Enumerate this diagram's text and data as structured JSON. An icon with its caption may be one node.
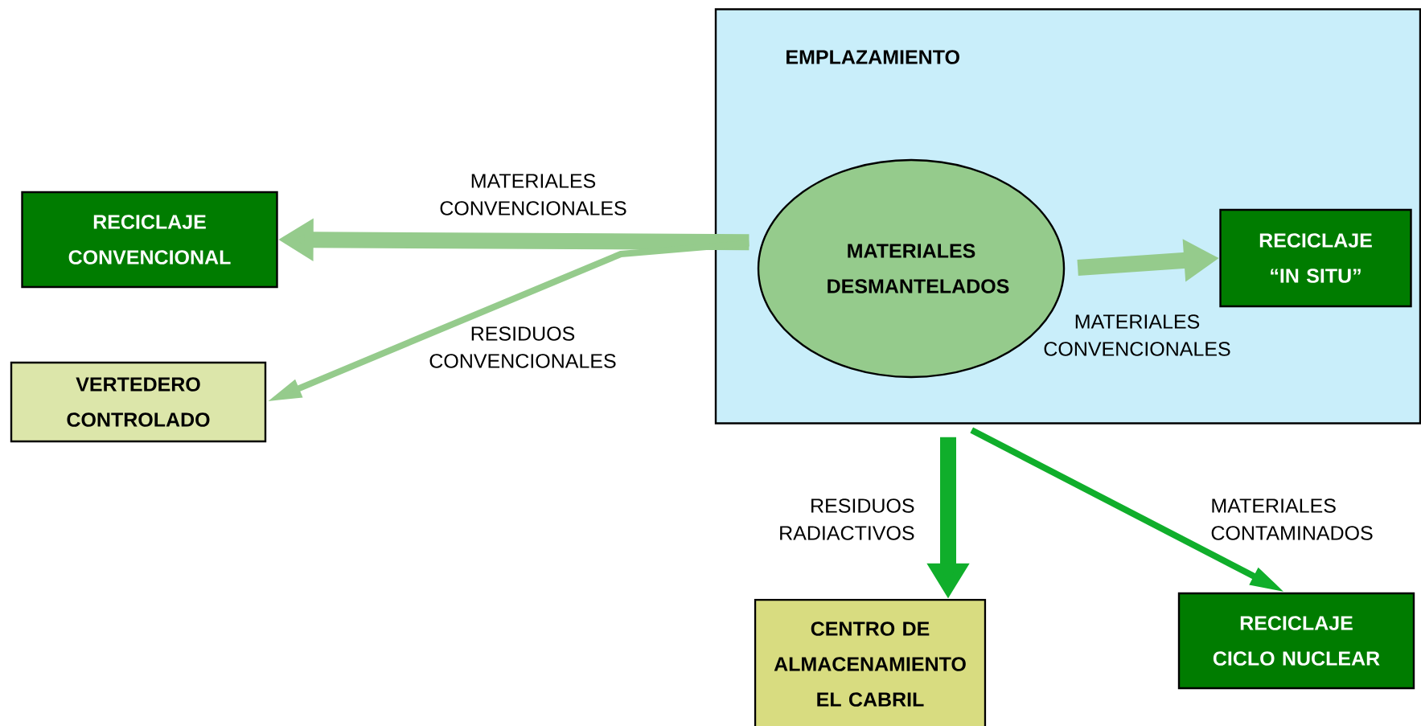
{
  "diagram": {
    "nodes": [
      {
        "text": [
          "EMPLAZAMIENTO"
        ]
      },
      {
        "text": [
          "MATERIALES DESMANTELADOS"
        ],
        "in": 0
      },
      {
        "text": [
          "RECICLAJE “IN SITU”"
        ],
        "in": 0
      },
      {
        "text": [
          "RECICLAJE CONVENCIONAL"
        ]
      },
      {
        "text": [
          "VERTEDERO CONTROLADO"
        ]
      },
      {
        "text": [
          "CENTRO DE ALMACENAMIENTO EL CABRIL"
        ]
      },
      {
        "text": [
          "RECICLAJE CICLO NUCLEAR"
        ]
      }
    ],
    "edges": [
      {
        "from": 1,
        "to": 3,
        "arrow": "to",
        "label": "MATERIALES CONVENCIONALES"
      },
      {
        "from": 1,
        "to": 4,
        "arrow": "to",
        "label": "RESIDUOS CONVENCIONALES"
      },
      {
        "from": 1,
        "to": 2,
        "arrow": "to",
        "label": "MATERIALES CONVENCIONALES"
      },
      {
        "from": 0,
        "to": 5,
        "arrow": "to",
        "label": "RESIDUOS RADIACTIVOS",
        "color": "#10ae2b"
      },
      {
        "from": 0,
        "to": 6,
        "arrow": "to",
        "label": "MATERIALES CONTAMINADOS",
        "color": "#10ae2b"
      }
    ]
  }
}
